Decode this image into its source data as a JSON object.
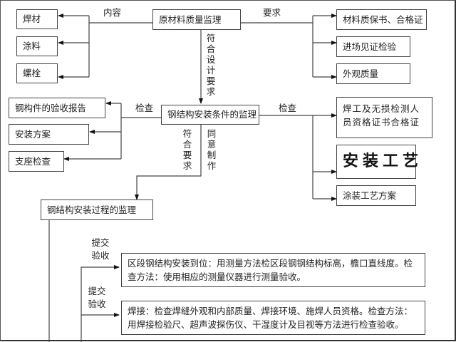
{
  "title": "钢结构安装监理流程图",
  "nodes": {
    "raw_material": "原材料质量监理",
    "welding_material": "焊材",
    "coating": "涂料",
    "bolt": "螺栓",
    "quality_cert": "材料质保书、合格证",
    "site_witness": "进场见证检验",
    "appearance": "外观质量",
    "install_condition": "钢结构安装条件的监理",
    "component_report": "钢构件的验收报告",
    "install_plan": "安装方案",
    "support_check": "支座检查",
    "welder_cert": "焊工及无损检测人员资格证书合格证",
    "install_process_big": "安装工艺",
    "coating_plan": "涂装工艺方案",
    "install_process": "钢结构安装过程的监理",
    "section_install": "区段钢结构安装到位：用测量方法检区段钢钢结构标高，檐口直线度。检查方法：使用相应的测量仪器进行测量验收。",
    "welding": "焊接：检查焊缝外观和内部质量、焊接环境、施焊人员资格。检查方法：用焊接检验尺、超声波探伤仪、干湿度计及目视等方法进行检查验收。"
  },
  "edge_labels": {
    "content": "内容",
    "requirement": "要求",
    "meets_design": "符合设计要求",
    "inspect_left": "检查",
    "inspect_right": "检查",
    "meets_req": "符合要求",
    "agree_make": "同意制作",
    "submit_accept_1": "提交验收",
    "submit_accept_2": "提交验收"
  }
}
